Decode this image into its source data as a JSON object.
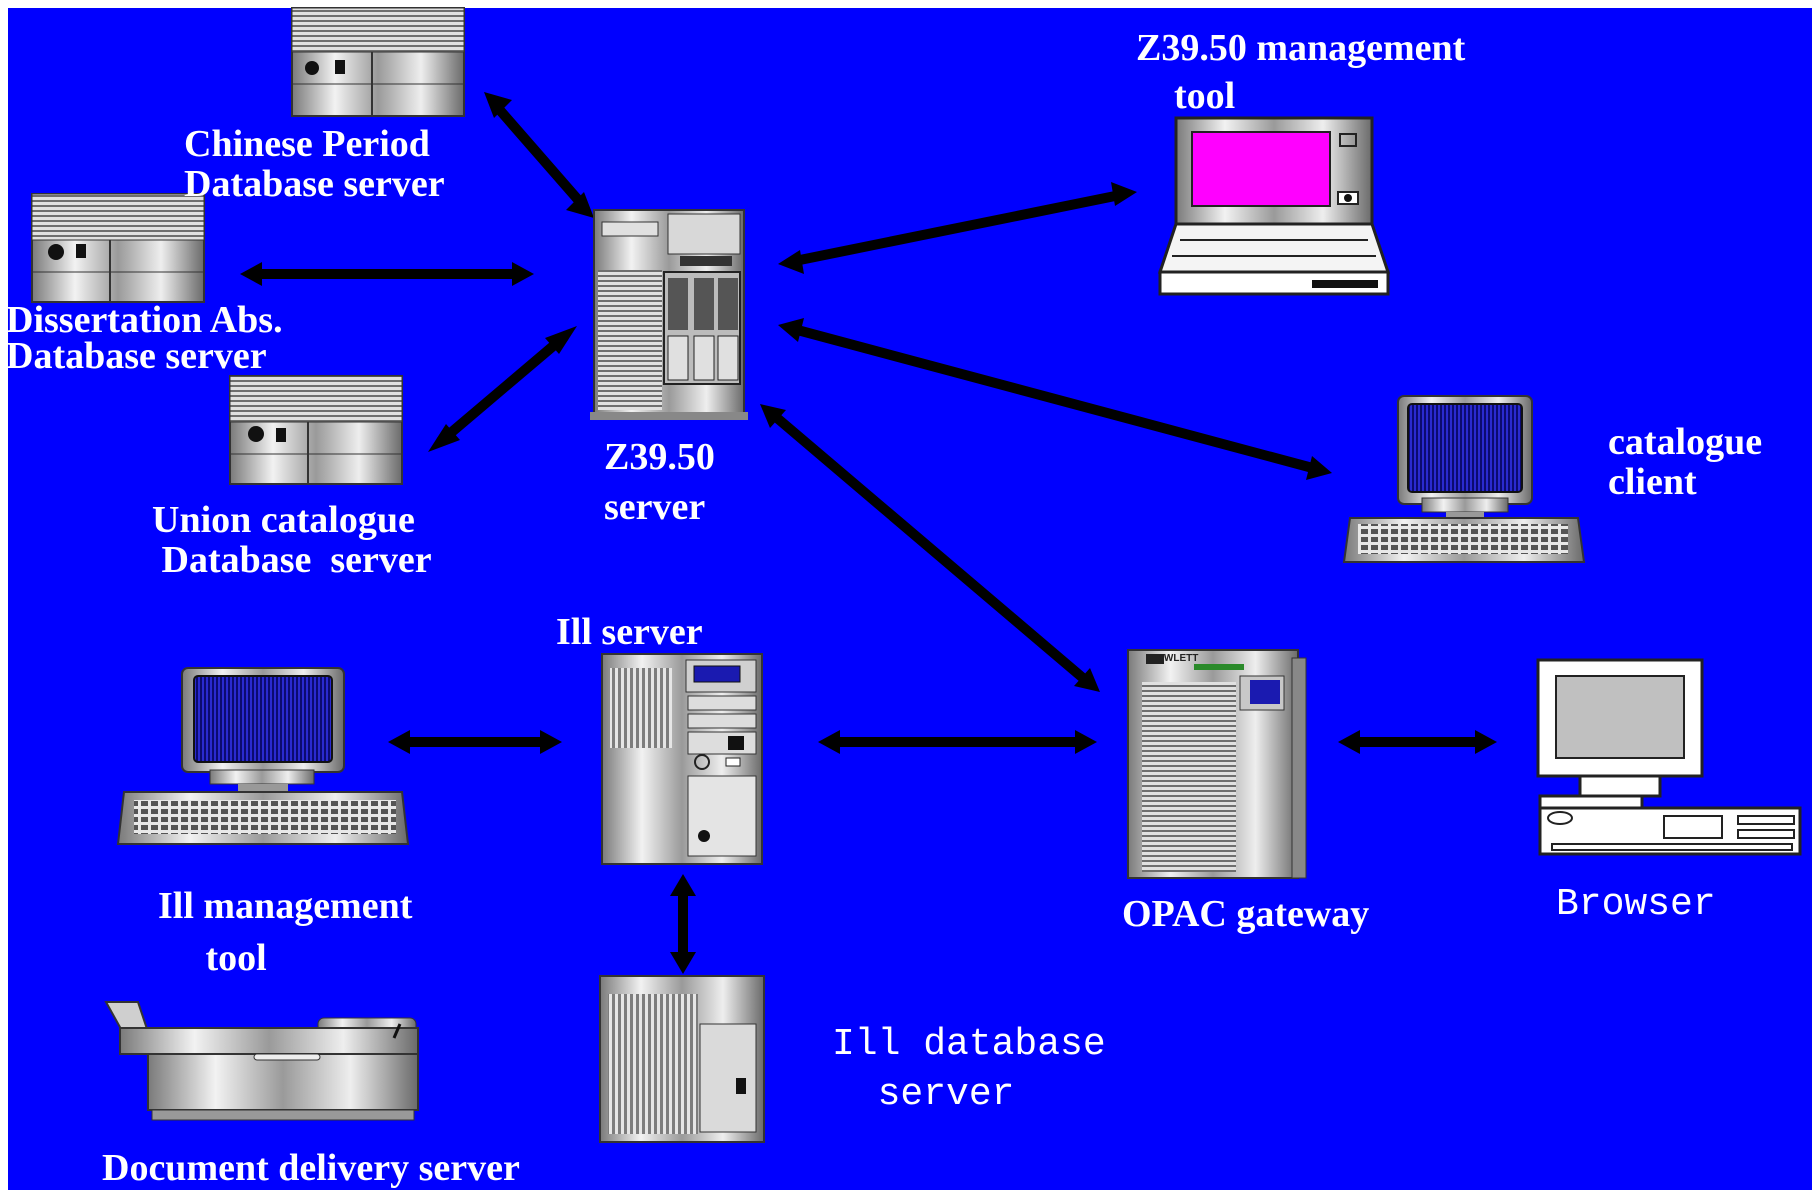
{
  "colors": {
    "background": "#0000ff",
    "arrow": "#000000",
    "label": "#ffffff",
    "mgmt_screen": "#ff00ff",
    "monitor_screen": "#1a1ab0",
    "browser_screen": "#c0c0c0",
    "device_body": "#c8c8c8"
  },
  "labels": {
    "chinese_period": "Chinese Period\nDatabase server",
    "dissertation": "Dissertation Abs.\nDatabase server",
    "union_catalogue": "Union catalogue\n Database  server",
    "z3950_server": "Z39.50\nserver",
    "z3950_mgmt": "Z39.50 management\n    tool",
    "catalogue_client": "catalogue\nclient",
    "ill_server": "Ill server",
    "ill_mgmt": "Ill management\n     tool",
    "opac_gateway": "OPAC gateway",
    "browser": "Browser",
    "ill_database": "Ill database\n  server",
    "document_delivery": "Document delivery server"
  },
  "devices": {
    "opac_brand": "HEWLETT"
  }
}
